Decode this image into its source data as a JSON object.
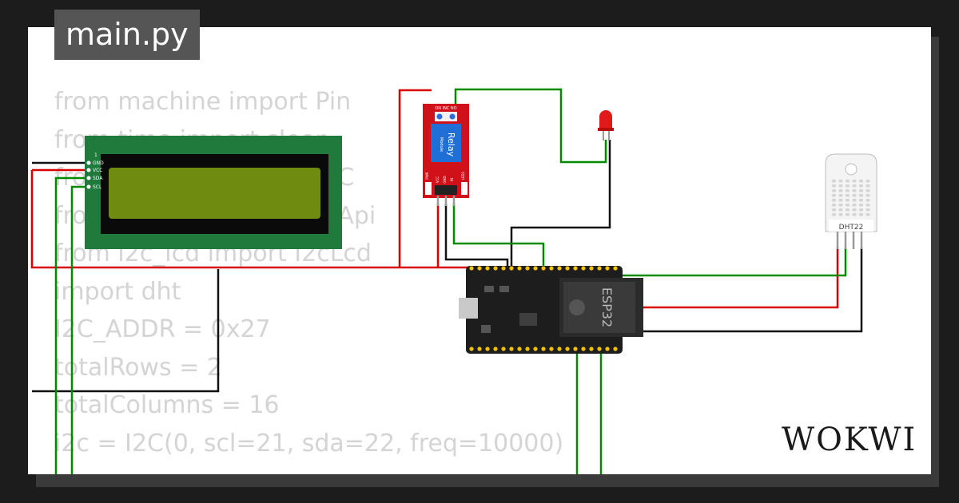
{
  "tab": {
    "title": "main.py"
  },
  "code_lines": [
    "from machine import Pin",
    "from time import sleep",
    "from machine import I2C",
    "from lcd_api import LcdApi",
    "from i2c_lcd import I2cLcd",
    "import dht",
    "",
    "I2C_ADDR = 0x27",
    "totalRows = 2",
    "totalColumns = 16",
    "i2c = I2C(0, scl=21, sda=22, freq=10000)"
  ],
  "lcd": {
    "pins": [
      "GND",
      "VCC",
      "SDA",
      "SCL"
    ],
    "pin1": "1"
  },
  "relay": {
    "title": "Relay",
    "subtitle": "Module",
    "top_pins": "ON INC NO",
    "bottom_pins": [
      "VCC",
      "GND",
      "IN"
    ],
    "left_label": "PWR",
    "right_label": "LED1"
  },
  "esp32": {
    "label": "ESP32"
  },
  "dht": {
    "label": "DHT22"
  },
  "brand": {
    "logo": "WOKWI"
  },
  "colors": {
    "wire_red": "#d90000",
    "wire_green": "#008a00",
    "wire_black": "#111111",
    "lcd_board": "#1f7a3c",
    "lcd_screen": "#6f8b10",
    "relay_board": "#d1111a"
  }
}
